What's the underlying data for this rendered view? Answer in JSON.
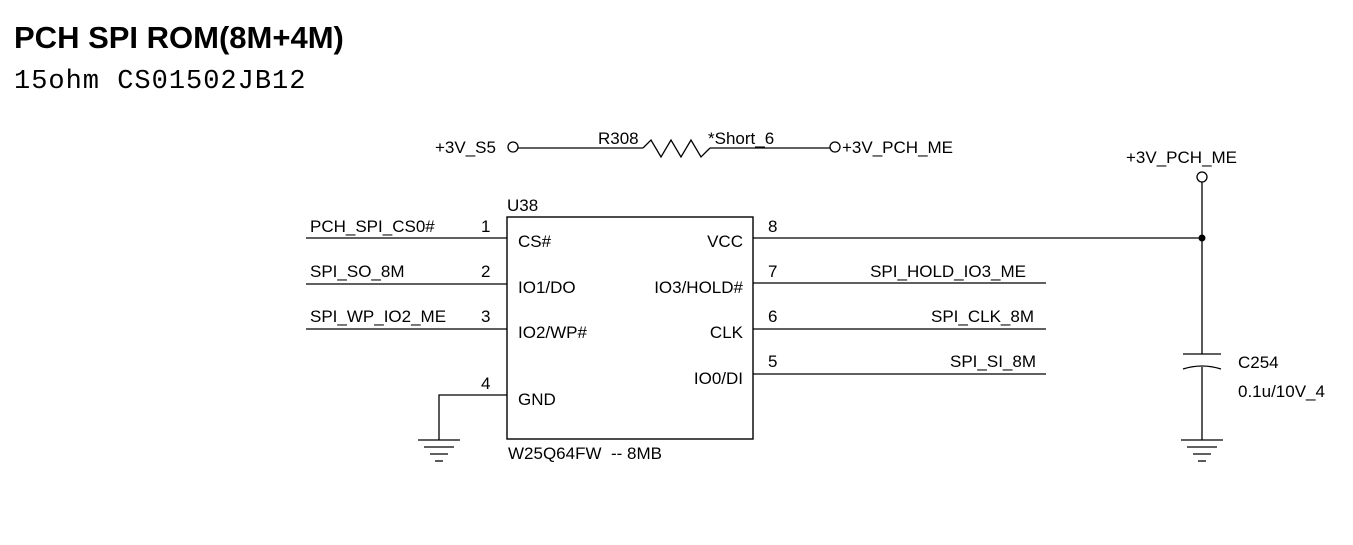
{
  "header": {
    "title": "PCH SPI ROM(8M+4M)",
    "subtitle": "15ohm CS01502JB12"
  },
  "resistor": {
    "ref": "R308",
    "value": "*Short_6",
    "net_left": "+3V_S5",
    "net_right": "+3V_PCH_ME"
  },
  "chip": {
    "ref": "U38",
    "part": "W25Q64FW  -- 8MB",
    "left_pins": [
      {
        "num": "1",
        "name": "CS#",
        "net": "PCH_SPI_CS0#"
      },
      {
        "num": "2",
        "name": "IO1/DO",
        "net": "SPI_SO_8M"
      },
      {
        "num": "3",
        "name": "IO2/WP#",
        "net": "SPI_WP_IO2_ME"
      },
      {
        "num": "4",
        "name": "GND",
        "net": ""
      }
    ],
    "right_pins": [
      {
        "num": "8",
        "name": "VCC",
        "net": ""
      },
      {
        "num": "7",
        "name": "IO3/HOLD#",
        "net": "SPI_HOLD_IO3_ME"
      },
      {
        "num": "6",
        "name": "CLK",
        "net": "SPI_CLK_8M"
      },
      {
        "num": "5",
        "name": "IO0/DI",
        "net": "SPI_SI_8M"
      }
    ]
  },
  "capacitor": {
    "ref": "C254",
    "value": "0.1u/10V_4",
    "net_top": "+3V_PCH_ME"
  }
}
